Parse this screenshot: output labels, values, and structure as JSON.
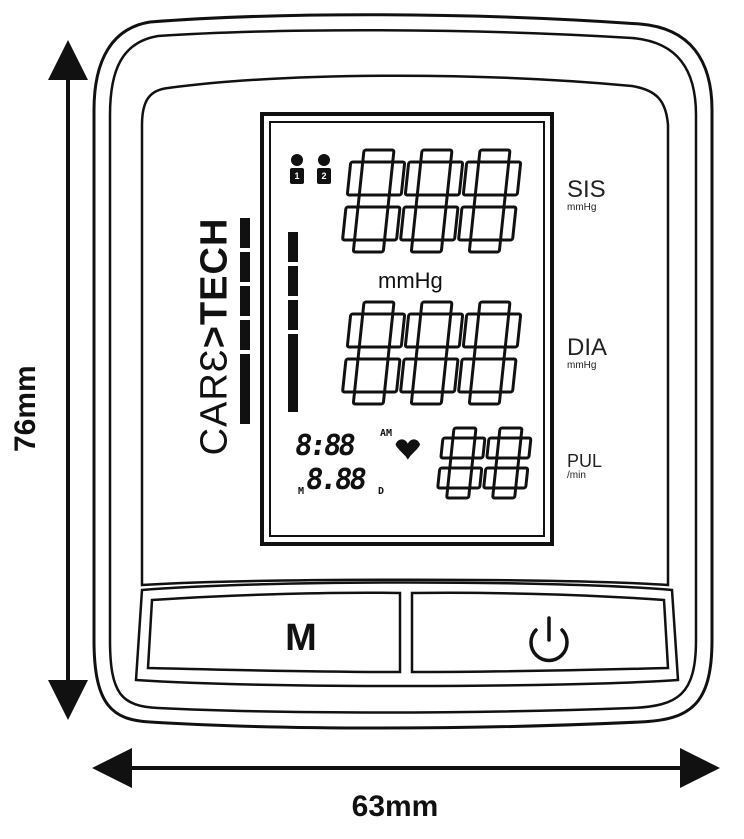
{
  "dimensions": {
    "height_label": "76mm",
    "width_label": "63mm"
  },
  "brand": {
    "care": "CARƐ",
    "arrow": ">",
    "tech": "TECH"
  },
  "display": {
    "users": [
      "1",
      "2"
    ],
    "systolic": "888",
    "diastolic": "888",
    "pulse": "88",
    "unit_center": "mmHg",
    "time": "8:88",
    "time_suffix": "AM",
    "date": "8.88",
    "date_month_marker": "M",
    "date_day_marker": "D",
    "labels": {
      "sis": "SIS",
      "sis_unit": "mmHg",
      "dia": "DIA",
      "dia_unit": "mmHg",
      "pul": "PUL",
      "pul_unit": "/min"
    }
  },
  "buttons": {
    "memory_label": "M",
    "power_icon": "power-icon"
  }
}
